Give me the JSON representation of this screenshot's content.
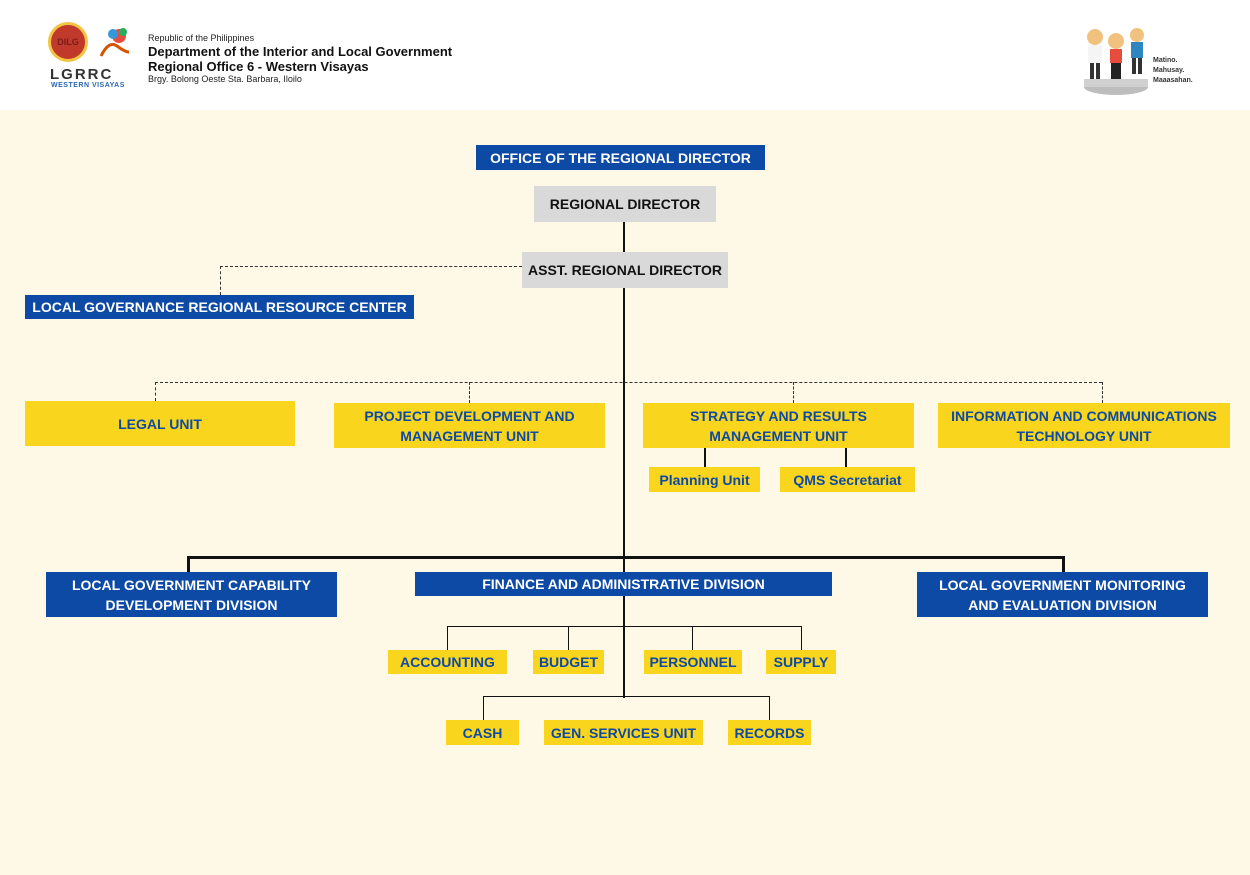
{
  "header": {
    "republic": "Republic of the Philippines",
    "department": "Department of the Interior and Local Government",
    "regional_office": "Regional Office 6 - Western Visayas",
    "address": "Brgy. Bolong Oeste Sta. Barbara, Iloilo",
    "logo_seal": "DILG",
    "logo_name": "LGRRC",
    "logo_region": "WESTERN VISAYAS",
    "tagline": [
      "Matino.",
      "Mahusay.",
      "Maaasahan."
    ]
  },
  "chart": {
    "office_rd": "OFFICE OF THE REGIONAL DIRECTOR",
    "rd": "REGIONAL DIRECTOR",
    "ard": "ASST. REGIONAL DIRECTOR",
    "lgrrc": "LOCAL GOVERNANCE REGIONAL RESOURCE CENTER",
    "legal": "LEGAL UNIT",
    "pdmu": "PROJECT DEVELOPMENT AND MANAGEMENT UNIT",
    "srmu": "STRATEGY AND RESULTS MANAGEMENT UNIT",
    "ictu": "INFORMATION AND COMMUNICATIONS TECHNOLOGY UNIT",
    "planning": "Planning Unit",
    "qms": "QMS Secretariat",
    "lgcdd": "LOCAL GOVERNMENT CAPABILITY DEVELOPMENT DIVISION",
    "fad": "FINANCE AND ADMINISTRATIVE DIVISION",
    "lgmed": "LOCAL GOVERNMENT MONITORING AND EVALUATION DIVISION",
    "accounting": "ACCOUNTING",
    "budget": "BUDGET",
    "personnel": "PERSONNEL",
    "supply": "SUPPLY",
    "cash": "CASH",
    "gsu": "GEN. SERVICES UNIT",
    "records": "RECORDS"
  },
  "colors": {
    "blue": "#0d4aa6",
    "yellow": "#f9d51d",
    "grey": "#d9d9d9",
    "background": "#fef9e7"
  }
}
